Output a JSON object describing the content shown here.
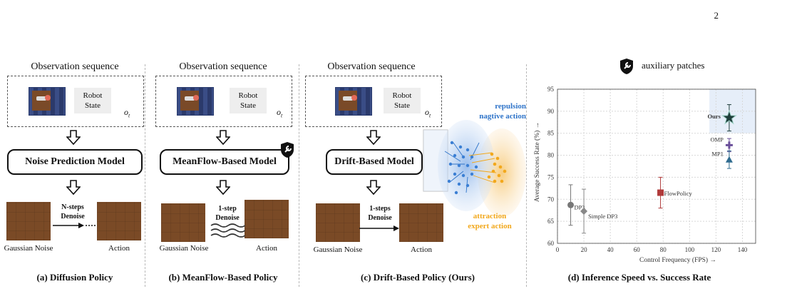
{
  "page_number": "2",
  "legend": {
    "label": "auxiliary patches"
  },
  "panels": [
    {
      "obs_title": "Observation sequence",
      "state": "Robot\nState",
      "ot": "o",
      "model": "Noise Prediction Model",
      "step": "N-steps\nDenoise",
      "left_label": "Gaussian Noise",
      "right_label": "Action",
      "caption": "(a) Diffusion Policy"
    },
    {
      "obs_title": "Observation sequence",
      "state": "Robot\nState",
      "ot": "o",
      "model": "MeanFlow-Based Model",
      "step": "1-step\nDenoise",
      "left_label": "Gaussian Noise",
      "right_label": "Action",
      "caption": "(b) MeanFlow-Based Policy"
    },
    {
      "obs_title": "Observation sequence",
      "state": "Robot\nState",
      "ot": "o",
      "model": "Drift-Based Model",
      "step": "1-steps\nDenoise",
      "left_label": "Gaussian Noise",
      "right_label": "Action",
      "caption": "(c) Drift-Based Policy (Ours)",
      "repulsion": "repulsion\nnagtive action",
      "attraction": "attraction\nexpert action"
    }
  ],
  "colors": {
    "blue": "#2f74c9",
    "orange": "#f2a81c",
    "grid": "#d8d8d8"
  },
  "chart_data": {
    "type": "scatter",
    "title": "(d) Inference Speed vs. Success Rate",
    "xlabel": "Control Frequency (FPS) →",
    "ylabel": "Average Success Rate (%) →",
    "xlim": [
      0,
      150
    ],
    "ylim": [
      60,
      95
    ],
    "xticks": [
      0,
      20,
      40,
      60,
      80,
      100,
      120,
      140
    ],
    "yticks": [
      60,
      65,
      70,
      75,
      80,
      85,
      90,
      95
    ],
    "grid": true,
    "points": [
      {
        "name": "DP3",
        "x": 10,
        "y": 68.7,
        "err": 4.6,
        "marker": "circle",
        "color": "#777777"
      },
      {
        "name": "Simple DP3",
        "x": 20,
        "y": 67.3,
        "err": 5.0,
        "marker": "diamond",
        "color": "#888888"
      },
      {
        "name": "FlowPolicy",
        "x": 78,
        "y": 71.5,
        "err": 3.5,
        "marker": "square",
        "color": "#b03a3a"
      },
      {
        "name": "OMP",
        "x": 130,
        "y": 82.3,
        "err": 1.5,
        "marker": "plus",
        "color": "#6a4f9a"
      },
      {
        "name": "MP1",
        "x": 130,
        "y": 79.0,
        "err": 2.0,
        "marker": "triangle",
        "color": "#2f6b8f"
      },
      {
        "name": "Ours",
        "x": 130,
        "y": 88.5,
        "err": 3.0,
        "marker": "star",
        "color": "#1f3d3a"
      }
    ]
  }
}
